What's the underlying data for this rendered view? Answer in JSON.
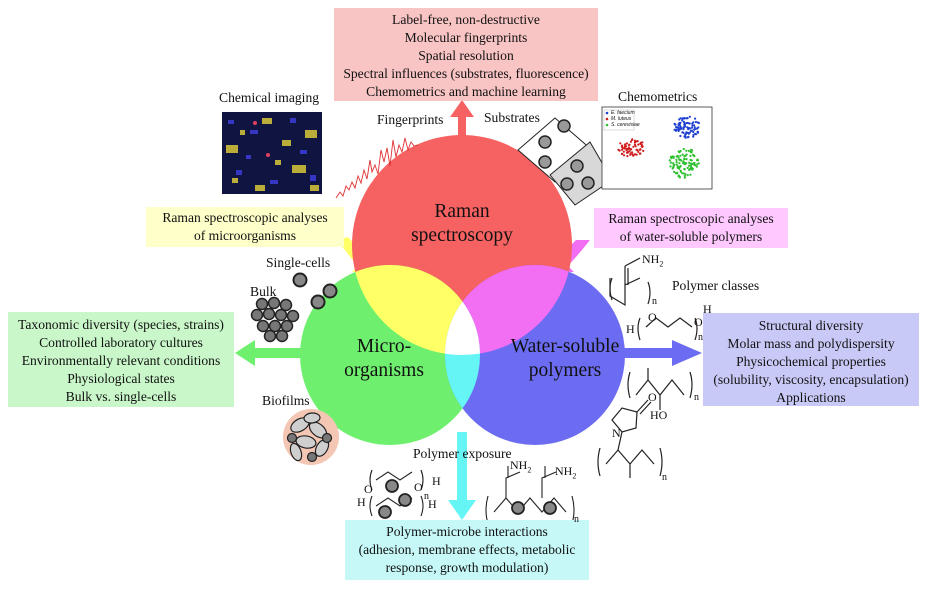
{
  "top_box": {
    "lines": [
      "Label-free, non-destructive",
      "Molecular fingerprints",
      "Spatial resolution",
      "Spectral influences (substrates, fluorescence)",
      "Chemometrics and machine learning"
    ],
    "color": "#f9c4c4"
  },
  "left_box": {
    "lines": [
      "Taxonomic diversity (species, strains)",
      "Controlled laboratory cultures",
      "Environmentally relevant conditions",
      "Physiological states",
      "Bulk vs. single-cells"
    ],
    "color": "#c9f7c9"
  },
  "right_box": {
    "lines": [
      "Structural diversity",
      "Molar mass and polydispersity",
      "Physicochemical properties",
      "(solubility, viscosity, encapsulation)",
      "Applications"
    ],
    "color": "#c9c9f7"
  },
  "bottom_box": {
    "lines": [
      "Polymer-microbe interactions",
      "(adhesion, membrane effects, metabolic",
      "response, growth modulation)"
    ],
    "color": "#c6f8f8"
  },
  "yellow_box": {
    "lines": [
      "Raman spectroscopic analyses",
      "of microorganisms"
    ],
    "color": "#ffffc9"
  },
  "pink_box": {
    "lines": [
      "Raman spectroscopic analyses",
      "of water-soluble polymers"
    ],
    "color": "#ffc9ff"
  },
  "circles": {
    "raman": {
      "lines": [
        "Raman",
        "spectroscopy"
      ],
      "color": "#f66262"
    },
    "micro": {
      "lines": [
        "Micro-",
        "organisms"
      ],
      "color": "#6ef06e"
    },
    "polymer": {
      "lines": [
        "Water-soluble",
        "polymers"
      ],
      "color": "#6c6cf2"
    },
    "overlap_colors": {
      "raman_micro": "#ffff66",
      "raman_polymer": "#f26ef2",
      "micro_polymer": "#66f5f5",
      "center": "#ffffff"
    }
  },
  "labels": {
    "chemical_imaging": "Chemical imaging",
    "fingerprints": "Fingerprints",
    "substrates": "Substrates",
    "chemometrics": "Chemometrics",
    "single_cells": "Single-cells",
    "bulk": "Bulk",
    "biofilms": "Biofilms",
    "polymer_classes": "Polymer classes",
    "polymer_exposure": "Polymer exposure"
  },
  "scatter_legend": [
    "E. faecium",
    "M. luteus",
    "S. cerevisiae"
  ],
  "scatter_colors": [
    "#1f3fd0",
    "#d01f1f",
    "#2fbf2f"
  ],
  "chem": {
    "nh2": "NH",
    "sub2": "2",
    "n": "n",
    "h": "H",
    "o": "O",
    "ho": "HO",
    "n_atom": "N"
  }
}
